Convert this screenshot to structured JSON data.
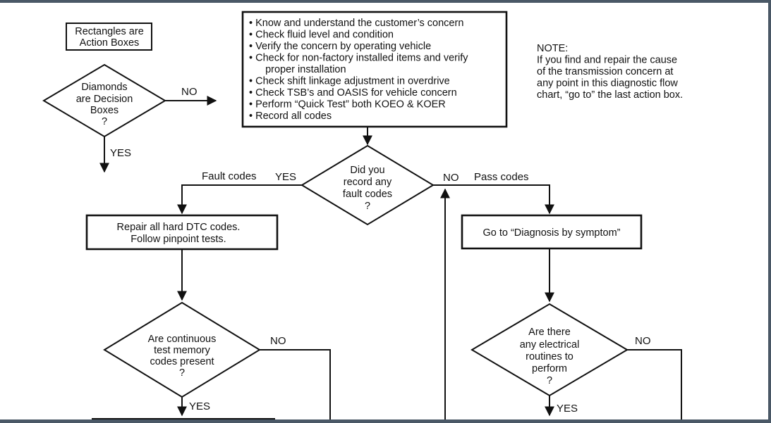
{
  "legend": {
    "rect_text": [
      "Rectangles are",
      "Action Boxes"
    ],
    "diamond_text": [
      "Diamonds",
      "are Decision",
      "Boxes",
      "?"
    ],
    "no_label": "NO",
    "yes_label": "YES"
  },
  "start_box": {
    "items": [
      "• Know and understand the customer’s concern",
      "• Check fluid level and condition",
      "• Verify the concern by operating vehicle",
      "• Check for non-factory installed items and verify",
      "   proper installation",
      "• Check shift linkage adjustment in overdrive",
      "• Check TSB’s and OASIS for vehicle concern",
      "• Perform “Quick Test” both KOEO & KOER",
      "• Record all codes"
    ]
  },
  "note": {
    "title": "NOTE:",
    "lines": [
      "If you find and repair the cause",
      "of the transmission concern at",
      "any point in this diagnostic flow",
      "chart, “go to” the last action box."
    ]
  },
  "decision_fault": {
    "text": [
      "Did you",
      "record any",
      "fault codes",
      "?"
    ],
    "yes_branch": "Fault codes",
    "yes_label": "YES",
    "no_label": "NO",
    "no_branch": "Pass codes"
  },
  "repair_box": {
    "lines": [
      "Repair all hard DTC codes.",
      "Follow pinpoint tests."
    ]
  },
  "symptom_box": {
    "text": "Go to “Diagnosis by symptom”"
  },
  "decision_continuous": {
    "text": [
      "Are continuous",
      "test memory",
      "codes present",
      "?"
    ],
    "no_label": "NO",
    "yes_label": "YES"
  },
  "decision_electrical": {
    "text": [
      "Are there",
      "any electrical",
      "routines to",
      "perform",
      "?"
    ],
    "no_label": "NO",
    "yes_label": "YES"
  }
}
